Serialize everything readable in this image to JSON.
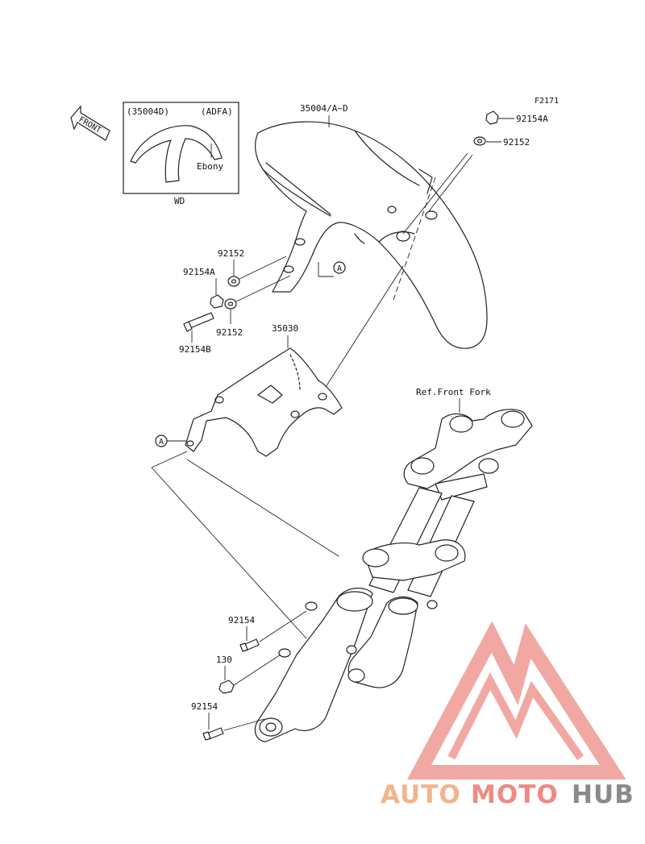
{
  "figure_code": "F2171",
  "front_arrow_label": "FRONT",
  "inset": {
    "left_code": "(35004D)",
    "right_code": "(ADFA)",
    "color_label": "Ebony",
    "caption": "WD"
  },
  "callouts": {
    "fender": "35004/A~D",
    "bolt_top_right": "92154A",
    "washer_top_right": "92152",
    "washer_left_upper": "92152",
    "bolt_left": "92154A",
    "washer_left_lower": "92152",
    "bolt_left_long": "92154B",
    "bracket": "35030",
    "front_fork_ref": "Ref.Front Fork",
    "bolt_lower_1": "92154",
    "bolt_lower_2": "130",
    "bolt_lower_3": "92154"
  },
  "reference_marks": {
    "a1": "A",
    "a2": "A"
  },
  "watermark": {
    "word_part1": "AUTO",
    "word_part2": "MOTO",
    "word_part3": "HUB",
    "color_orange": "#f2b48c",
    "color_red": "#ef8a84",
    "color_gray": "#8a8a8a"
  }
}
